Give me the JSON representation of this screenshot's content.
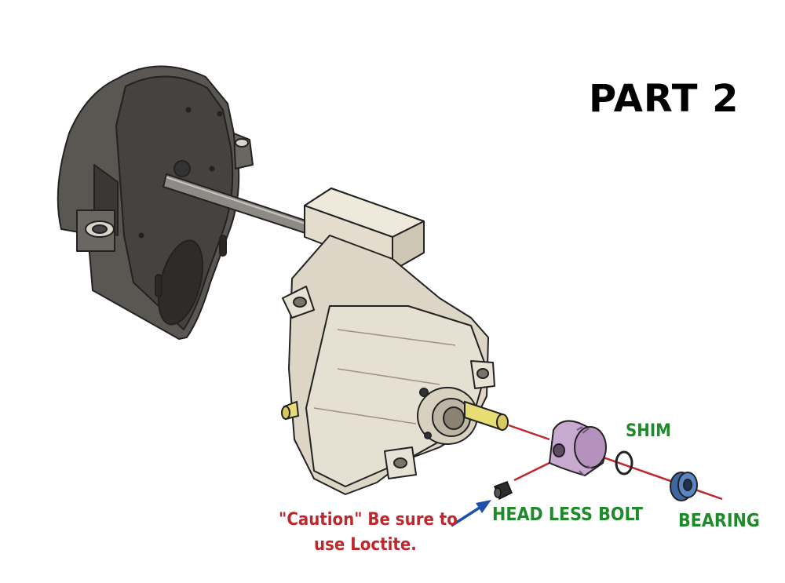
{
  "title": "PART 2",
  "labels": {
    "shim": "SHIM",
    "head_less_bolt": "HEAD LESS BOLT",
    "bearing": "BEARING",
    "caution_line1": "\"Caution\" Be sure to",
    "caution_line2": "use Loctite."
  },
  "colors": {
    "part_label": "#1e8a2a",
    "caution": "#c0272d",
    "leader": "#c0272d",
    "arrow": "#1f4fa8",
    "motor_plate": "#4e4b47",
    "gearbox": "#ddd6c6",
    "pinion": "#c8a9cf",
    "bearing": "#4b78b5",
    "shaft": "#e8dc74"
  }
}
